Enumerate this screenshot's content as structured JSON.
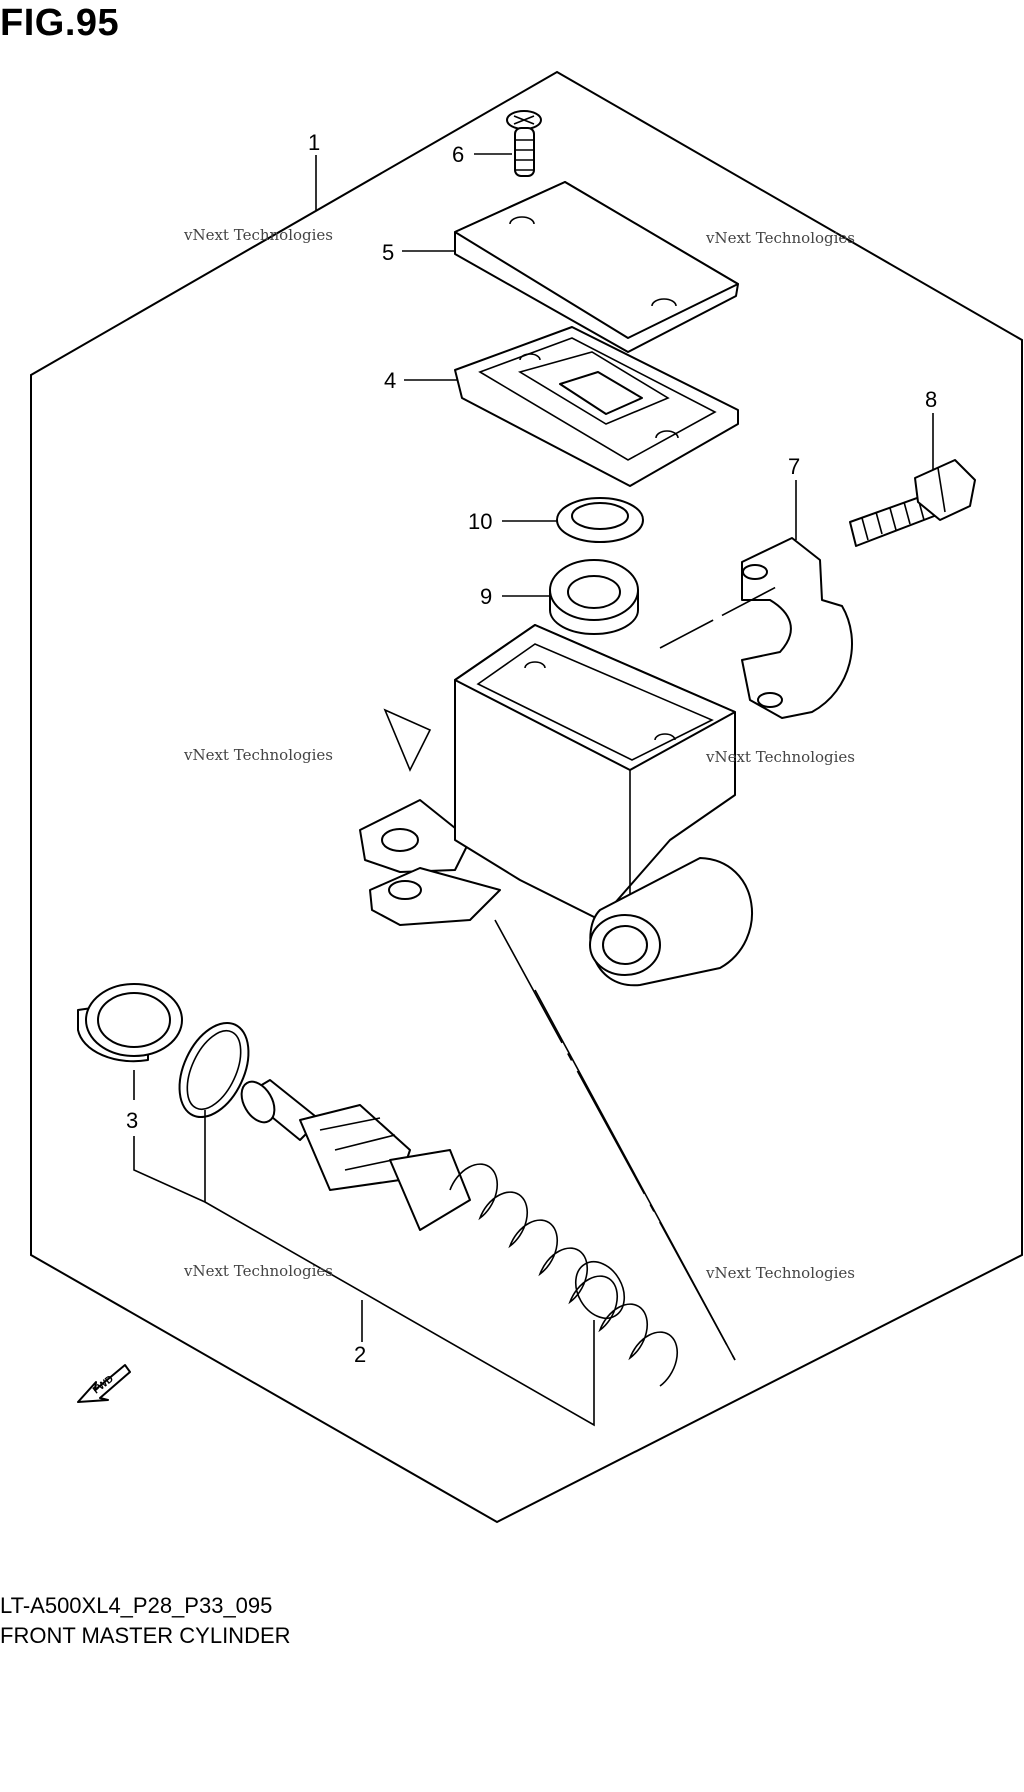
{
  "figure": {
    "title": "FIG.95"
  },
  "callouts": [
    "1",
    "2",
    "3",
    "4",
    "5",
    "6",
    "7",
    "8",
    "9",
    "10"
  ],
  "watermark": {
    "text": "vNext Technologies"
  },
  "caption": {
    "code": "LT-A500XL4_P28_P33_095",
    "name": "FRONT MASTER CYLINDER"
  },
  "fwd_label": "FWD"
}
